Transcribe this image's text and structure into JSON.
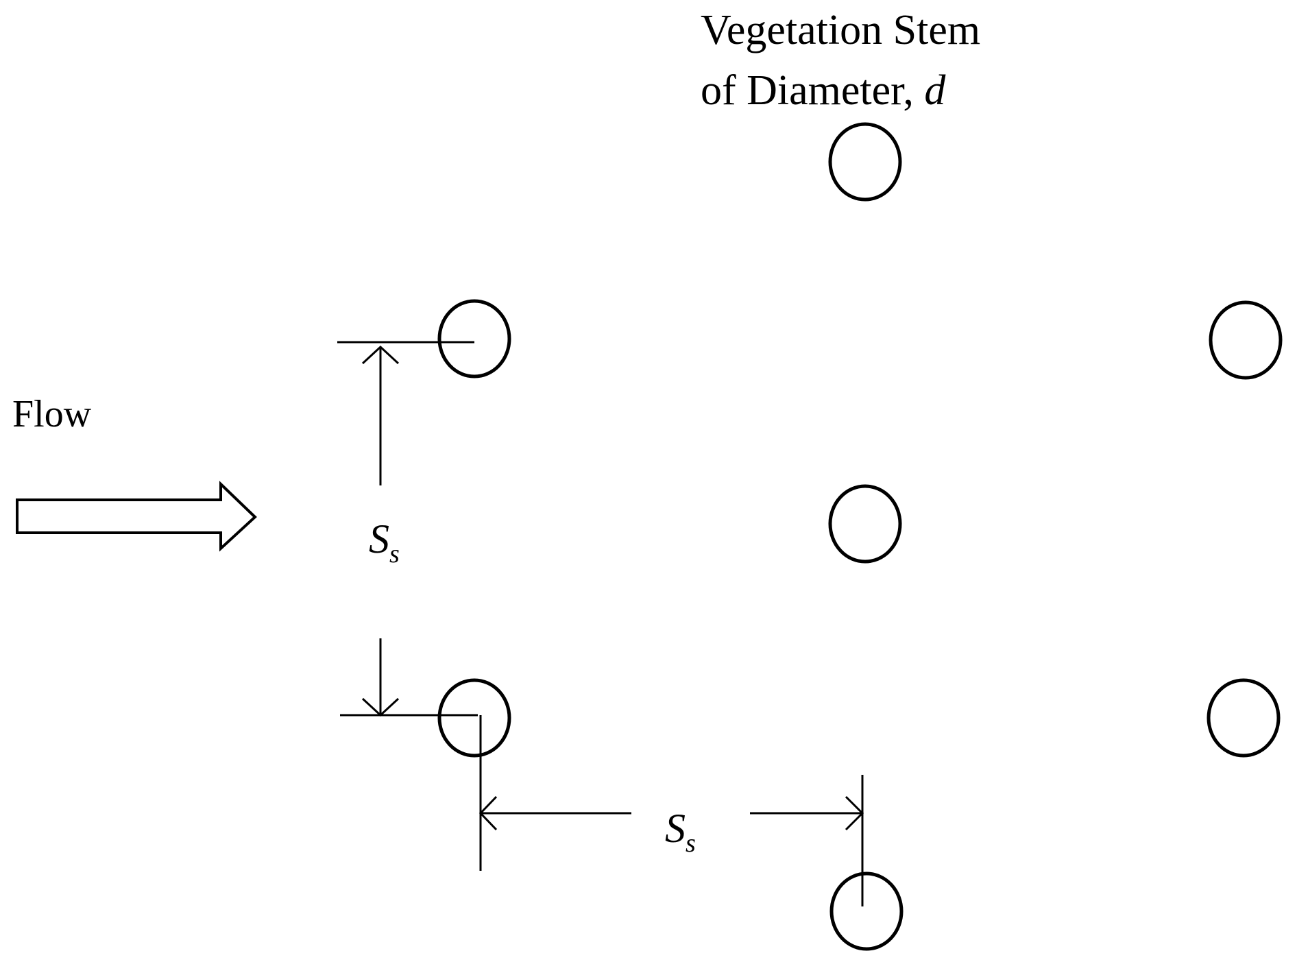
{
  "labels": {
    "stem_line1": "Vegetation Stem",
    "stem_line2_prefix": "of Diameter, ",
    "stem_line2_symbol": "d",
    "flow": "Flow",
    "spacing_vertical_main": "S",
    "spacing_vertical_sub": "s",
    "spacing_horizontal_main": "S",
    "spacing_horizontal_sub": "s"
  },
  "stems": [
    {
      "id": "stem-top-middle"
    },
    {
      "id": "stem-upper-left"
    },
    {
      "id": "stem-upper-right"
    },
    {
      "id": "stem-center-middle"
    },
    {
      "id": "stem-lower-left"
    },
    {
      "id": "stem-lower-right"
    },
    {
      "id": "stem-bottom-middle"
    }
  ],
  "colors": {
    "line": "#000000",
    "background": "#ffffff"
  }
}
